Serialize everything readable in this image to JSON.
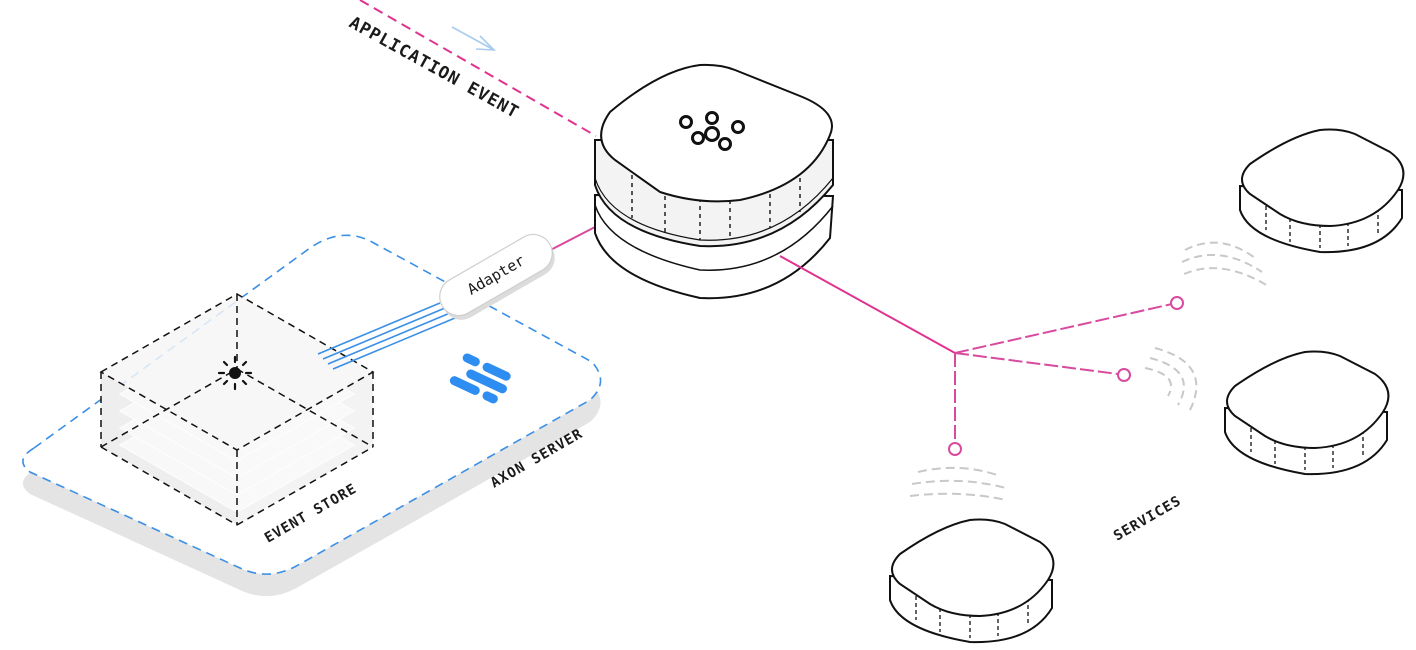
{
  "labels": {
    "application_event": "APPLICATION EVENT",
    "adapter": "Adapter",
    "event_store": "EVENT STORE",
    "axon_server": "AXON SERVER",
    "services": "SERVICES"
  },
  "icons": {
    "broker": "kafka-cluster-icon",
    "event_store": "sun-icon",
    "axon_server": "axon-logo-icon"
  },
  "colors": {
    "event_line": "#e0338f",
    "connector": "#d94a9e",
    "axon_boundary": "#3b8fe6",
    "axon_logo": "#2e8df0",
    "outline": "#111111",
    "wave": "#c8c8c8"
  }
}
